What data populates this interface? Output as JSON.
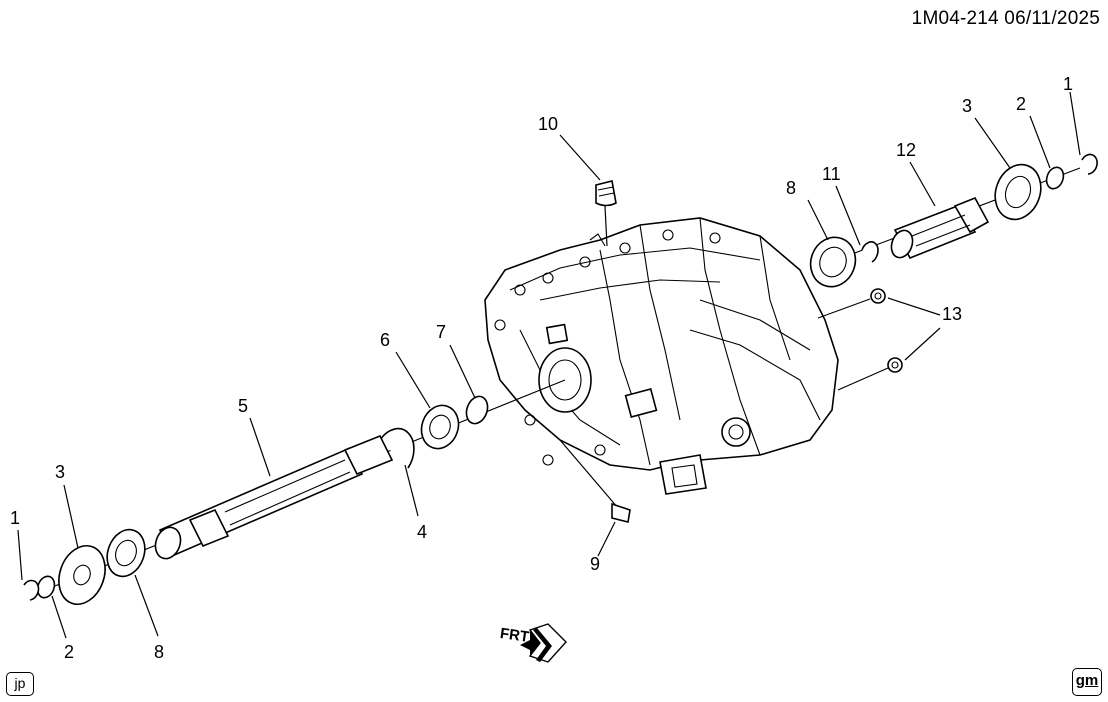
{
  "header": {
    "doc_id": "1M04-214  06/11/2025"
  },
  "callouts": {
    "c1_right": "1",
    "c2_right": "2",
    "c3_right": "3",
    "c12": "12",
    "c11": "11",
    "c8_right": "8",
    "c10": "10",
    "c13": "13",
    "c7": "7",
    "c6": "6",
    "c5": "5",
    "c4": "4",
    "c9": "9",
    "c3_left": "3",
    "c1_left": "1",
    "c2_left": "2",
    "c8_left": "8"
  },
  "direction_arrow": {
    "label": "FRT",
    "icon": "front-direction-arrow-icon"
  },
  "footer": {
    "initials": "jp",
    "brand_logo_text": "gm"
  }
}
